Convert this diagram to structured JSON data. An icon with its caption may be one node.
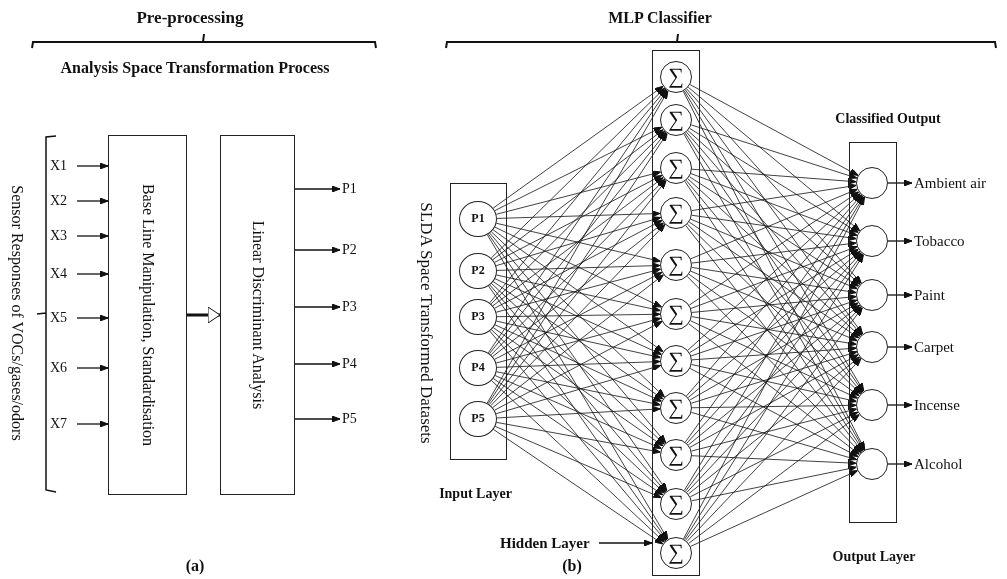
{
  "diagram": {
    "nodes": [
      {
        "text": [
          "X1"
        ]
      },
      {
        "text": [
          "X2"
        ]
      },
      {
        "text": [
          "X3"
        ]
      },
      {
        "text": [
          "X4"
        ]
      },
      {
        "text": [
          "X5"
        ]
      },
      {
        "text": [
          "X6"
        ]
      },
      {
        "text": [
          "X7"
        ]
      },
      {
        "text": [
          "Base Line Manipulation, Standardisation"
        ]
      },
      {
        "text": [
          "Linear Discriminant  Analysis"
        ]
      },
      {
        "text": [
          "P1"
        ]
      },
      {
        "text": [
          "P2"
        ]
      },
      {
        "text": [
          "P3"
        ]
      },
      {
        "text": [
          "P4"
        ]
      },
      {
        "text": [
          "P5"
        ]
      },
      {
        "text": [
          "Input Layer"
        ],
        "beside": [
          "SLDA Space Transformed Datasets"
        ]
      },
      {
        "text": [
          "P1"
        ],
        "in": 14
      },
      {
        "text": [
          "P2"
        ],
        "in": 14
      },
      {
        "text": [
          "P3"
        ],
        "in": 14
      },
      {
        "text": [
          "P4"
        ],
        "in": 14
      },
      {
        "text": [
          "P5"
        ],
        "in": 14
      },
      {
        "text": [],
        "shape": "box"
      },
      {
        "text": [
          "∑"
        ],
        "in": 20
      },
      {
        "text": [
          "∑"
        ],
        "in": 20
      },
      {
        "text": [
          "∑"
        ],
        "in": 20
      },
      {
        "text": [
          "∑"
        ],
        "in": 20
      },
      {
        "text": [
          "∑"
        ],
        "in": 20
      },
      {
        "text": [
          "∑"
        ],
        "in": 20
      },
      {
        "text": [
          "∑"
        ],
        "in": 20
      },
      {
        "text": [
          "∑"
        ],
        "in": 20
      },
      {
        "text": [
          "∑"
        ],
        "in": 20
      },
      {
        "text": [
          "∑"
        ],
        "in": 20
      },
      {
        "text": [
          "∑"
        ],
        "in": 20
      },
      {
        "text": [
          "Classified Output",
          "Output Layer"
        ]
      },
      {
        "text": [],
        "shape": "circle",
        "in": 32
      },
      {
        "text": [],
        "shape": "circle",
        "in": 32
      },
      {
        "text": [],
        "shape": "circle",
        "in": 32
      },
      {
        "text": [],
        "shape": "circle",
        "in": 32
      },
      {
        "text": [],
        "shape": "circle",
        "in": 32
      },
      {
        "text": [],
        "shape": "circle",
        "in": 32
      },
      {
        "text": [
          "Ambient air"
        ]
      },
      {
        "text": [
          "Tobacco"
        ]
      },
      {
        "text": [
          "Paint"
        ]
      },
      {
        "text": [
          "Carpet"
        ]
      },
      {
        "text": [
          "Incense"
        ]
      },
      {
        "text": [
          "Alcohol"
        ]
      },
      {
        "text": [
          "Hidden Layer"
        ]
      }
    ],
    "edges": [
      {
        "from": 0,
        "to": 7,
        "arrow": "to"
      },
      {
        "from": 1,
        "to": 7,
        "arrow": "to"
      },
      {
        "from": 2,
        "to": 7,
        "arrow": "to"
      },
      {
        "from": 3,
        "to": 7,
        "arrow": "to"
      },
      {
        "from": 4,
        "to": 7,
        "arrow": "to"
      },
      {
        "from": 5,
        "to": 7,
        "arrow": "to"
      },
      {
        "from": 6,
        "to": 7,
        "arrow": "to"
      },
      {
        "from": 7,
        "to": 8,
        "arrow": "to",
        "style": "thick"
      },
      {
        "from": 8,
        "to": 9,
        "arrow": "to"
      },
      {
        "from": 8,
        "to": 10,
        "arrow": "to"
      },
      {
        "from": 8,
        "to": 11,
        "arrow": "to"
      },
      {
        "from": 8,
        "to": 12,
        "arrow": "to"
      },
      {
        "from": 8,
        "to": 13,
        "arrow": "to"
      },
      {
        "from": 15,
        "to": 21,
        "arrow": "to"
      },
      {
        "from": 15,
        "to": 22,
        "arrow": "to"
      },
      {
        "from": 15,
        "to": 23,
        "arrow": "to"
      },
      {
        "from": 15,
        "to": 24,
        "arrow": "to"
      },
      {
        "from": 15,
        "to": 25,
        "arrow": "to"
      },
      {
        "from": 15,
        "to": 26,
        "arrow": "to"
      },
      {
        "from": 15,
        "to": 27,
        "arrow": "to"
      },
      {
        "from": 15,
        "to": 28,
        "arrow": "to"
      },
      {
        "from": 15,
        "to": 29,
        "arrow": "to"
      },
      {
        "from": 15,
        "to": 30,
        "arrow": "to"
      },
      {
        "from": 15,
        "to": 31,
        "arrow": "to"
      },
      {
        "from": 16,
        "to": 21,
        "arrow": "to"
      },
      {
        "from": 16,
        "to": 22,
        "arrow": "to"
      },
      {
        "from": 16,
        "to": 23,
        "arrow": "to"
      },
      {
        "from": 16,
        "to": 24,
        "arrow": "to"
      },
      {
        "from": 16,
        "to": 25,
        "arrow": "to"
      },
      {
        "from": 16,
        "to": 26,
        "arrow": "to"
      },
      {
        "from": 16,
        "to": 27,
        "arrow": "to"
      },
      {
        "from": 16,
        "to": 28,
        "arrow": "to"
      },
      {
        "from": 16,
        "to": 29,
        "arrow": "to"
      },
      {
        "from": 16,
        "to": 30,
        "arrow": "to"
      },
      {
        "from": 16,
        "to": 31,
        "arrow": "to"
      },
      {
        "from": 17,
        "to": 21,
        "arrow": "to"
      },
      {
        "from": 17,
        "to": 22,
        "arrow": "to"
      },
      {
        "from": 17,
        "to": 23,
        "arrow": "to"
      },
      {
        "from": 17,
        "to": 24,
        "arrow": "to"
      },
      {
        "from": 17,
        "to": 25,
        "arrow": "to"
      },
      {
        "from": 17,
        "to": 26,
        "arrow": "to"
      },
      {
        "from": 17,
        "to": 27,
        "arrow": "to"
      },
      {
        "from": 17,
        "to": 28,
        "arrow": "to"
      },
      {
        "from": 17,
        "to": 29,
        "arrow": "to"
      },
      {
        "from": 17,
        "to": 30,
        "arrow": "to"
      },
      {
        "from": 17,
        "to": 31,
        "arrow": "to"
      },
      {
        "from": 18,
        "to": 21,
        "arrow": "to"
      },
      {
        "from": 18,
        "to": 22,
        "arrow": "to"
      },
      {
        "from": 18,
        "to": 23,
        "arrow": "to"
      },
      {
        "from": 18,
        "to": 24,
        "arrow": "to"
      },
      {
        "from": 18,
        "to": 25,
        "arrow": "to"
      },
      {
        "from": 18,
        "to": 26,
        "arrow": "to"
      },
      {
        "from": 18,
        "to": 27,
        "arrow": "to"
      },
      {
        "from": 18,
        "to": 28,
        "arrow": "to"
      },
      {
        "from": 18,
        "to": 29,
        "arrow": "to"
      },
      {
        "from": 18,
        "to": 30,
        "arrow": "to"
      },
      {
        "from": 18,
        "to": 31,
        "arrow": "to"
      },
      {
        "from": 19,
        "to": 21,
        "arrow": "to"
      },
      {
        "from": 19,
        "to": 22,
        "arrow": "to"
      },
      {
        "from": 19,
        "to": 23,
        "arrow": "to"
      },
      {
        "from": 19,
        "to": 24,
        "arrow": "to"
      },
      {
        "from": 19,
        "to": 25,
        "arrow": "to"
      },
      {
        "from": 19,
        "to": 26,
        "arrow": "to"
      },
      {
        "from": 19,
        "to": 27,
        "arrow": "to"
      },
      {
        "from": 19,
        "to": 28,
        "arrow": "to"
      },
      {
        "from": 19,
        "to": 29,
        "arrow": "to"
      },
      {
        "from": 19,
        "to": 30,
        "arrow": "to"
      },
      {
        "from": 19,
        "to": 31,
        "arrow": "to"
      },
      {
        "from": 21,
        "to": 33,
        "arrow": "to"
      },
      {
        "from": 21,
        "to": 34,
        "arrow": "to"
      },
      {
        "from": 21,
        "to": 35,
        "arrow": "to"
      },
      {
        "from": 21,
        "to": 36,
        "arrow": "to"
      },
      {
        "from": 21,
        "to": 37,
        "arrow": "to"
      },
      {
        "from": 21,
        "to": 38,
        "arrow": "to"
      },
      {
        "from": 22,
        "to": 33,
        "arrow": "to"
      },
      {
        "from": 22,
        "to": 34,
        "arrow": "to"
      },
      {
        "from": 22,
        "to": 35,
        "arrow": "to"
      },
      {
        "from": 22,
        "to": 36,
        "arrow": "to"
      },
      {
        "from": 22,
        "to": 37,
        "arrow": "to"
      },
      {
        "from": 22,
        "to": 38,
        "arrow": "to"
      },
      {
        "from": 23,
        "to": 33,
        "arrow": "to"
      },
      {
        "from": 23,
        "to": 34,
        "arrow": "to"
      },
      {
        "from": 23,
        "to": 35,
        "arrow": "to"
      },
      {
        "from": 23,
        "to": 36,
        "arrow": "to"
      },
      {
        "from": 23,
        "to": 37,
        "arrow": "to"
      },
      {
        "from": 23,
        "to": 38,
        "arrow": "to"
      },
      {
        "from": 24,
        "to": 33,
        "arrow": "to"
      },
      {
        "from": 24,
        "to": 34,
        "arrow": "to"
      },
      {
        "from": 24,
        "to": 35,
        "arrow": "to"
      },
      {
        "from": 24,
        "to": 36,
        "arrow": "to"
      },
      {
        "from": 24,
        "to": 37,
        "arrow": "to"
      },
      {
        "from": 24,
        "to": 38,
        "arrow": "to"
      },
      {
        "from": 25,
        "to": 33,
        "arrow": "to"
      },
      {
        "from": 25,
        "to": 34,
        "arrow": "to"
      },
      {
        "from": 25,
        "to": 35,
        "arrow": "to"
      },
      {
        "from": 25,
        "to": 36,
        "arrow": "to"
      },
      {
        "from": 25,
        "to": 37,
        "arrow": "to"
      },
      {
        "from": 25,
        "to": 38,
        "arrow": "to"
      },
      {
        "from": 26,
        "to": 33,
        "arrow": "to"
      },
      {
        "from": 26,
        "to": 34,
        "arrow": "to"
      },
      {
        "from": 26,
        "to": 35,
        "arrow": "to"
      },
      {
        "from": 26,
        "to": 36,
        "arrow": "to"
      },
      {
        "from": 26,
        "to": 37,
        "arrow": "to"
      },
      {
        "from": 26,
        "to": 38,
        "arrow": "to"
      },
      {
        "from": 27,
        "to": 33,
        "arrow": "to"
      },
      {
        "from": 27,
        "to": 34,
        "arrow": "to"
      },
      {
        "from": 27,
        "to": 35,
        "arrow": "to"
      },
      {
        "from": 27,
        "to": 36,
        "arrow": "to"
      },
      {
        "from": 27,
        "to": 37,
        "arrow": "to"
      },
      {
        "from": 27,
        "to": 38,
        "arrow": "to"
      },
      {
        "from": 28,
        "to": 33,
        "arrow": "to"
      },
      {
        "from": 28,
        "to": 34,
        "arrow": "to"
      },
      {
        "from": 28,
        "to": 35,
        "arrow": "to"
      },
      {
        "from": 28,
        "to": 36,
        "arrow": "to"
      },
      {
        "from": 28,
        "to": 37,
        "arrow": "to"
      },
      {
        "from": 28,
        "to": 38,
        "arrow": "to"
      },
      {
        "from": 29,
        "to": 33,
        "arrow": "to"
      },
      {
        "from": 29,
        "to": 34,
        "arrow": "to"
      },
      {
        "from": 29,
        "to": 35,
        "arrow": "to"
      },
      {
        "from": 29,
        "to": 36,
        "arrow": "to"
      },
      {
        "from": 29,
        "to": 37,
        "arrow": "to"
      },
      {
        "from": 29,
        "to": 38,
        "arrow": "to"
      },
      {
        "from": 30,
        "to": 33,
        "arrow": "to"
      },
      {
        "from": 30,
        "to": 34,
        "arrow": "to"
      },
      {
        "from": 30,
        "to": 35,
        "arrow": "to"
      },
      {
        "from": 30,
        "to": 36,
        "arrow": "to"
      },
      {
        "from": 30,
        "to": 37,
        "arrow": "to"
      },
      {
        "from": 30,
        "to": 38,
        "arrow": "to"
      },
      {
        "from": 31,
        "to": 33,
        "arrow": "to"
      },
      {
        "from": 31,
        "to": 34,
        "arrow": "to"
      },
      {
        "from": 31,
        "to": 35,
        "arrow": "to"
      },
      {
        "from": 31,
        "to": 36,
        "arrow": "to"
      },
      {
        "from": 31,
        "to": 37,
        "arrow": "to"
      },
      {
        "from": 31,
        "to": 38,
        "arrow": "to"
      },
      {
        "from": 33,
        "to": 39,
        "arrow": "to"
      },
      {
        "from": 34,
        "to": 40,
        "arrow": "to"
      },
      {
        "from": 35,
        "to": 41,
        "arrow": "to"
      },
      {
        "from": 36,
        "to": 42,
        "arrow": "to"
      },
      {
        "from": 37,
        "to": 43,
        "arrow": "to"
      },
      {
        "from": 38,
        "to": 44,
        "arrow": "to"
      },
      {
        "from": 45,
        "to": 20,
        "arrow": "to"
      }
    ],
    "labels": [
      "Pre-processing",
      "Analysis Space Transformation Process",
      "MLP Classifier",
      "Sensor Responses of VOCs/gases/odors",
      "(a)",
      "(b)"
    ]
  }
}
